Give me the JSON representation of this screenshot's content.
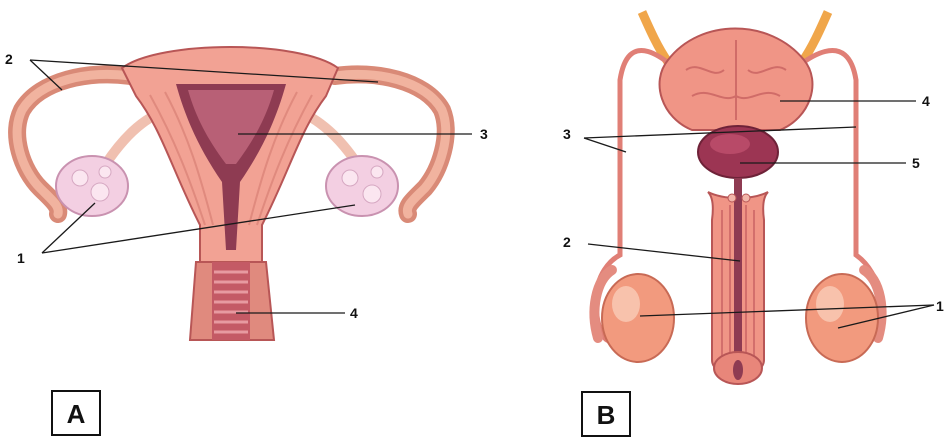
{
  "panel_a": {
    "letter": "A",
    "labels": {
      "l1": "1",
      "l2": "2",
      "l3": "3",
      "l4": "4"
    }
  },
  "panel_b": {
    "letter": "B",
    "labels": {
      "l1": "1",
      "l2": "2",
      "l3": "3",
      "l4": "4",
      "l5": "5"
    }
  },
  "colors": {
    "tissue": "#f2a294",
    "tissue_dark": "#c9646a",
    "cavity": "#8e3b52",
    "ovary": "#f4d2e4",
    "bladder": "#9c3553",
    "vas_orange": "#f0a64a",
    "outline": "#b85656"
  }
}
